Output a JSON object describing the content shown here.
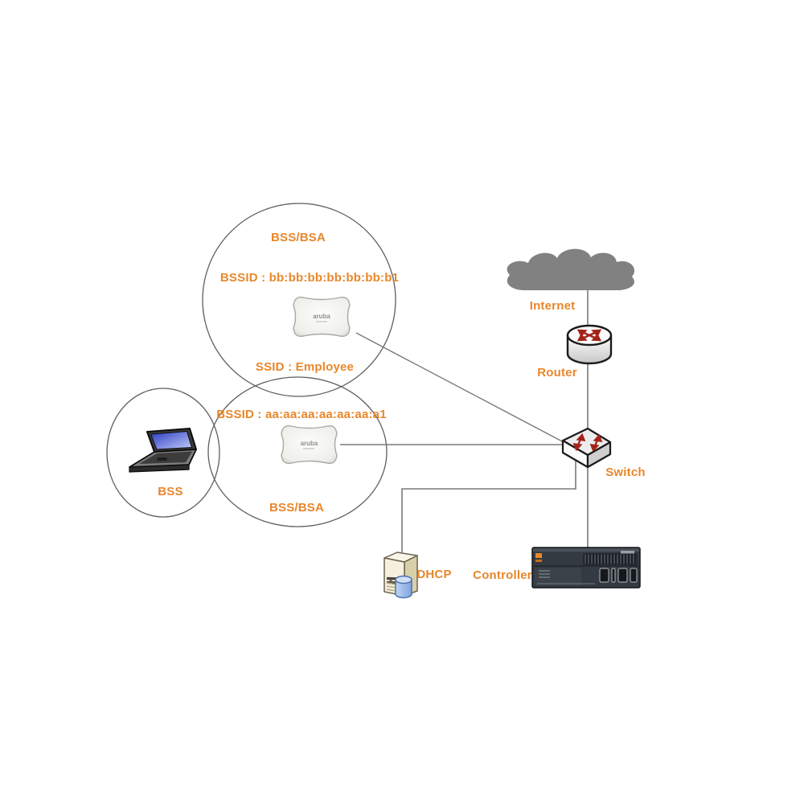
{
  "nodes": {
    "internet": {
      "label": "Internet"
    },
    "router": {
      "label": "Router"
    },
    "switch": {
      "label": "Switch"
    },
    "dhcp_server": {
      "label": "DHCP"
    },
    "controller": {
      "label": "Controller"
    },
    "client_cell": {
      "label": "BSS"
    },
    "cell_top": {
      "label": "BSS/BSA",
      "bssid": "BSSID : bb:bb:bb:bb:bb:bb:b1",
      "ssid": "SSID : Employee",
      "ap_brand": "aruba"
    },
    "cell_bottom": {
      "label": "BSS/BSA",
      "bssid": "BSSID : aa:aa:aa:aa:aa:aa:a1",
      "ap_brand": "aruba"
    }
  },
  "connections": [
    {
      "from": "internet",
      "to": "router"
    },
    {
      "from": "router",
      "to": "switch"
    },
    {
      "from": "access-point-top",
      "to": "switch"
    },
    {
      "from": "access-point-bottom",
      "to": "switch"
    },
    {
      "from": "switch",
      "to": "dhcp_server"
    },
    {
      "from": "switch",
      "to": "controller"
    }
  ],
  "colors": {
    "label_orange": "#E8872B",
    "line_gray": "#7a7a7a",
    "circle_gray": "#5f5f5f",
    "cloud_gray": "#818181",
    "arrow_red": "#A32318",
    "controller_dark": "#343A41",
    "server_beige": "#F6F1DE",
    "laptop_screen_blue": "#2A3BC0"
  }
}
